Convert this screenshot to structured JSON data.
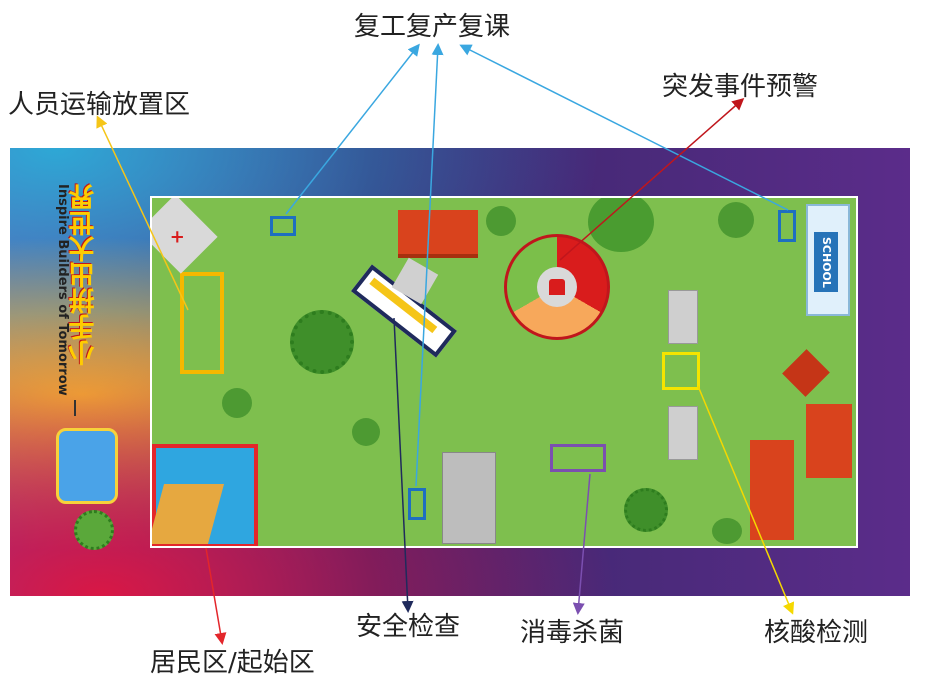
{
  "labels": {
    "resume": "复工复产复课",
    "staging": "人员运输放置区",
    "emergency": "突发事件预警",
    "security": "安全检查",
    "disinfect": "消毒杀菌",
    "nucleic": "核酸检测",
    "residential": "居民区/起始区"
  },
  "brand": {
    "cn_title": "小手拼出大世界",
    "en_title": "Inspire Builders of Tomorrow"
  },
  "map": {
    "school_sign": "SCHOOL"
  },
  "colors": {
    "grass": "#7ebf4e",
    "resume_arrow": "#3aa7e0",
    "staging_arrow": "#f5c518",
    "emergency_arrow": "#c0161c",
    "security_arrow": "#1f2a5c",
    "disinfect_arrow": "#7b4fb0",
    "nucleic_arrow": "#f5d800",
    "residential_arrow": "#e3262b"
  }
}
